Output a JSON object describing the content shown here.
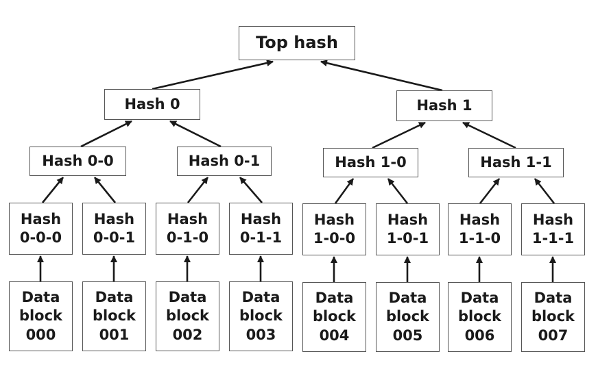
{
  "diagram": {
    "title": "Top hash",
    "level1": [
      "Hash 0",
      "Hash 1"
    ],
    "level2": [
      "Hash 0-0",
      "Hash 0-1",
      "Hash 1-0",
      "Hash 1-1"
    ],
    "level3": [
      "Hash\n0-0-0",
      "Hash\n0-0-1",
      "Hash\n0-1-0",
      "Hash\n0-1-1",
      "Hash\n1-0-0",
      "Hash\n1-0-1",
      "Hash\n1-1-0",
      "Hash\n1-1-1"
    ],
    "blocks": [
      "Data\nblock\n000",
      "Data\nblock\n001",
      "Data\nblock\n002",
      "Data\nblock\n003",
      "Data\nblock\n004",
      "Data\nblock\n005",
      "Data\nblock\n006",
      "Data\nblock\n007"
    ]
  }
}
